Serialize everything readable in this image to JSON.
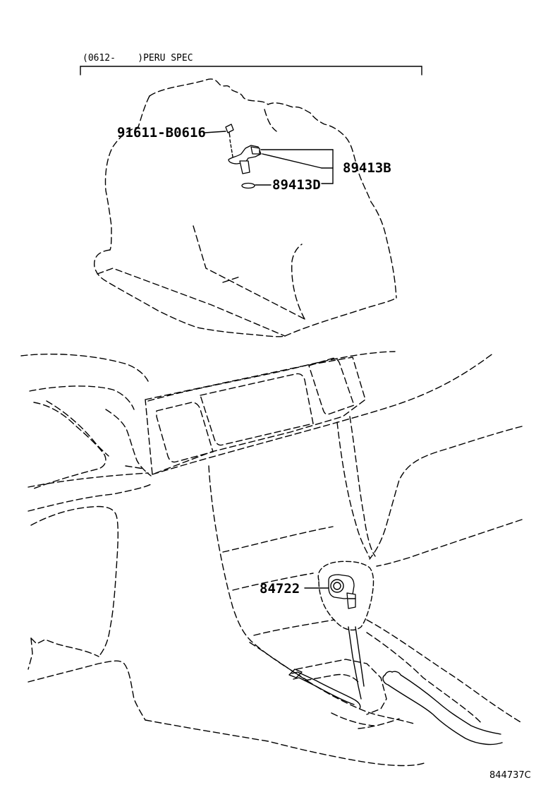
{
  "header": {
    "spec_note": "(0612-    )PERU SPEC"
  },
  "callouts": {
    "bolt": "91611-B0616",
    "sensor": "89413B",
    "washer": "89413D",
    "knob_switch": "84722"
  },
  "footer": {
    "diagram_code": "844737C"
  }
}
